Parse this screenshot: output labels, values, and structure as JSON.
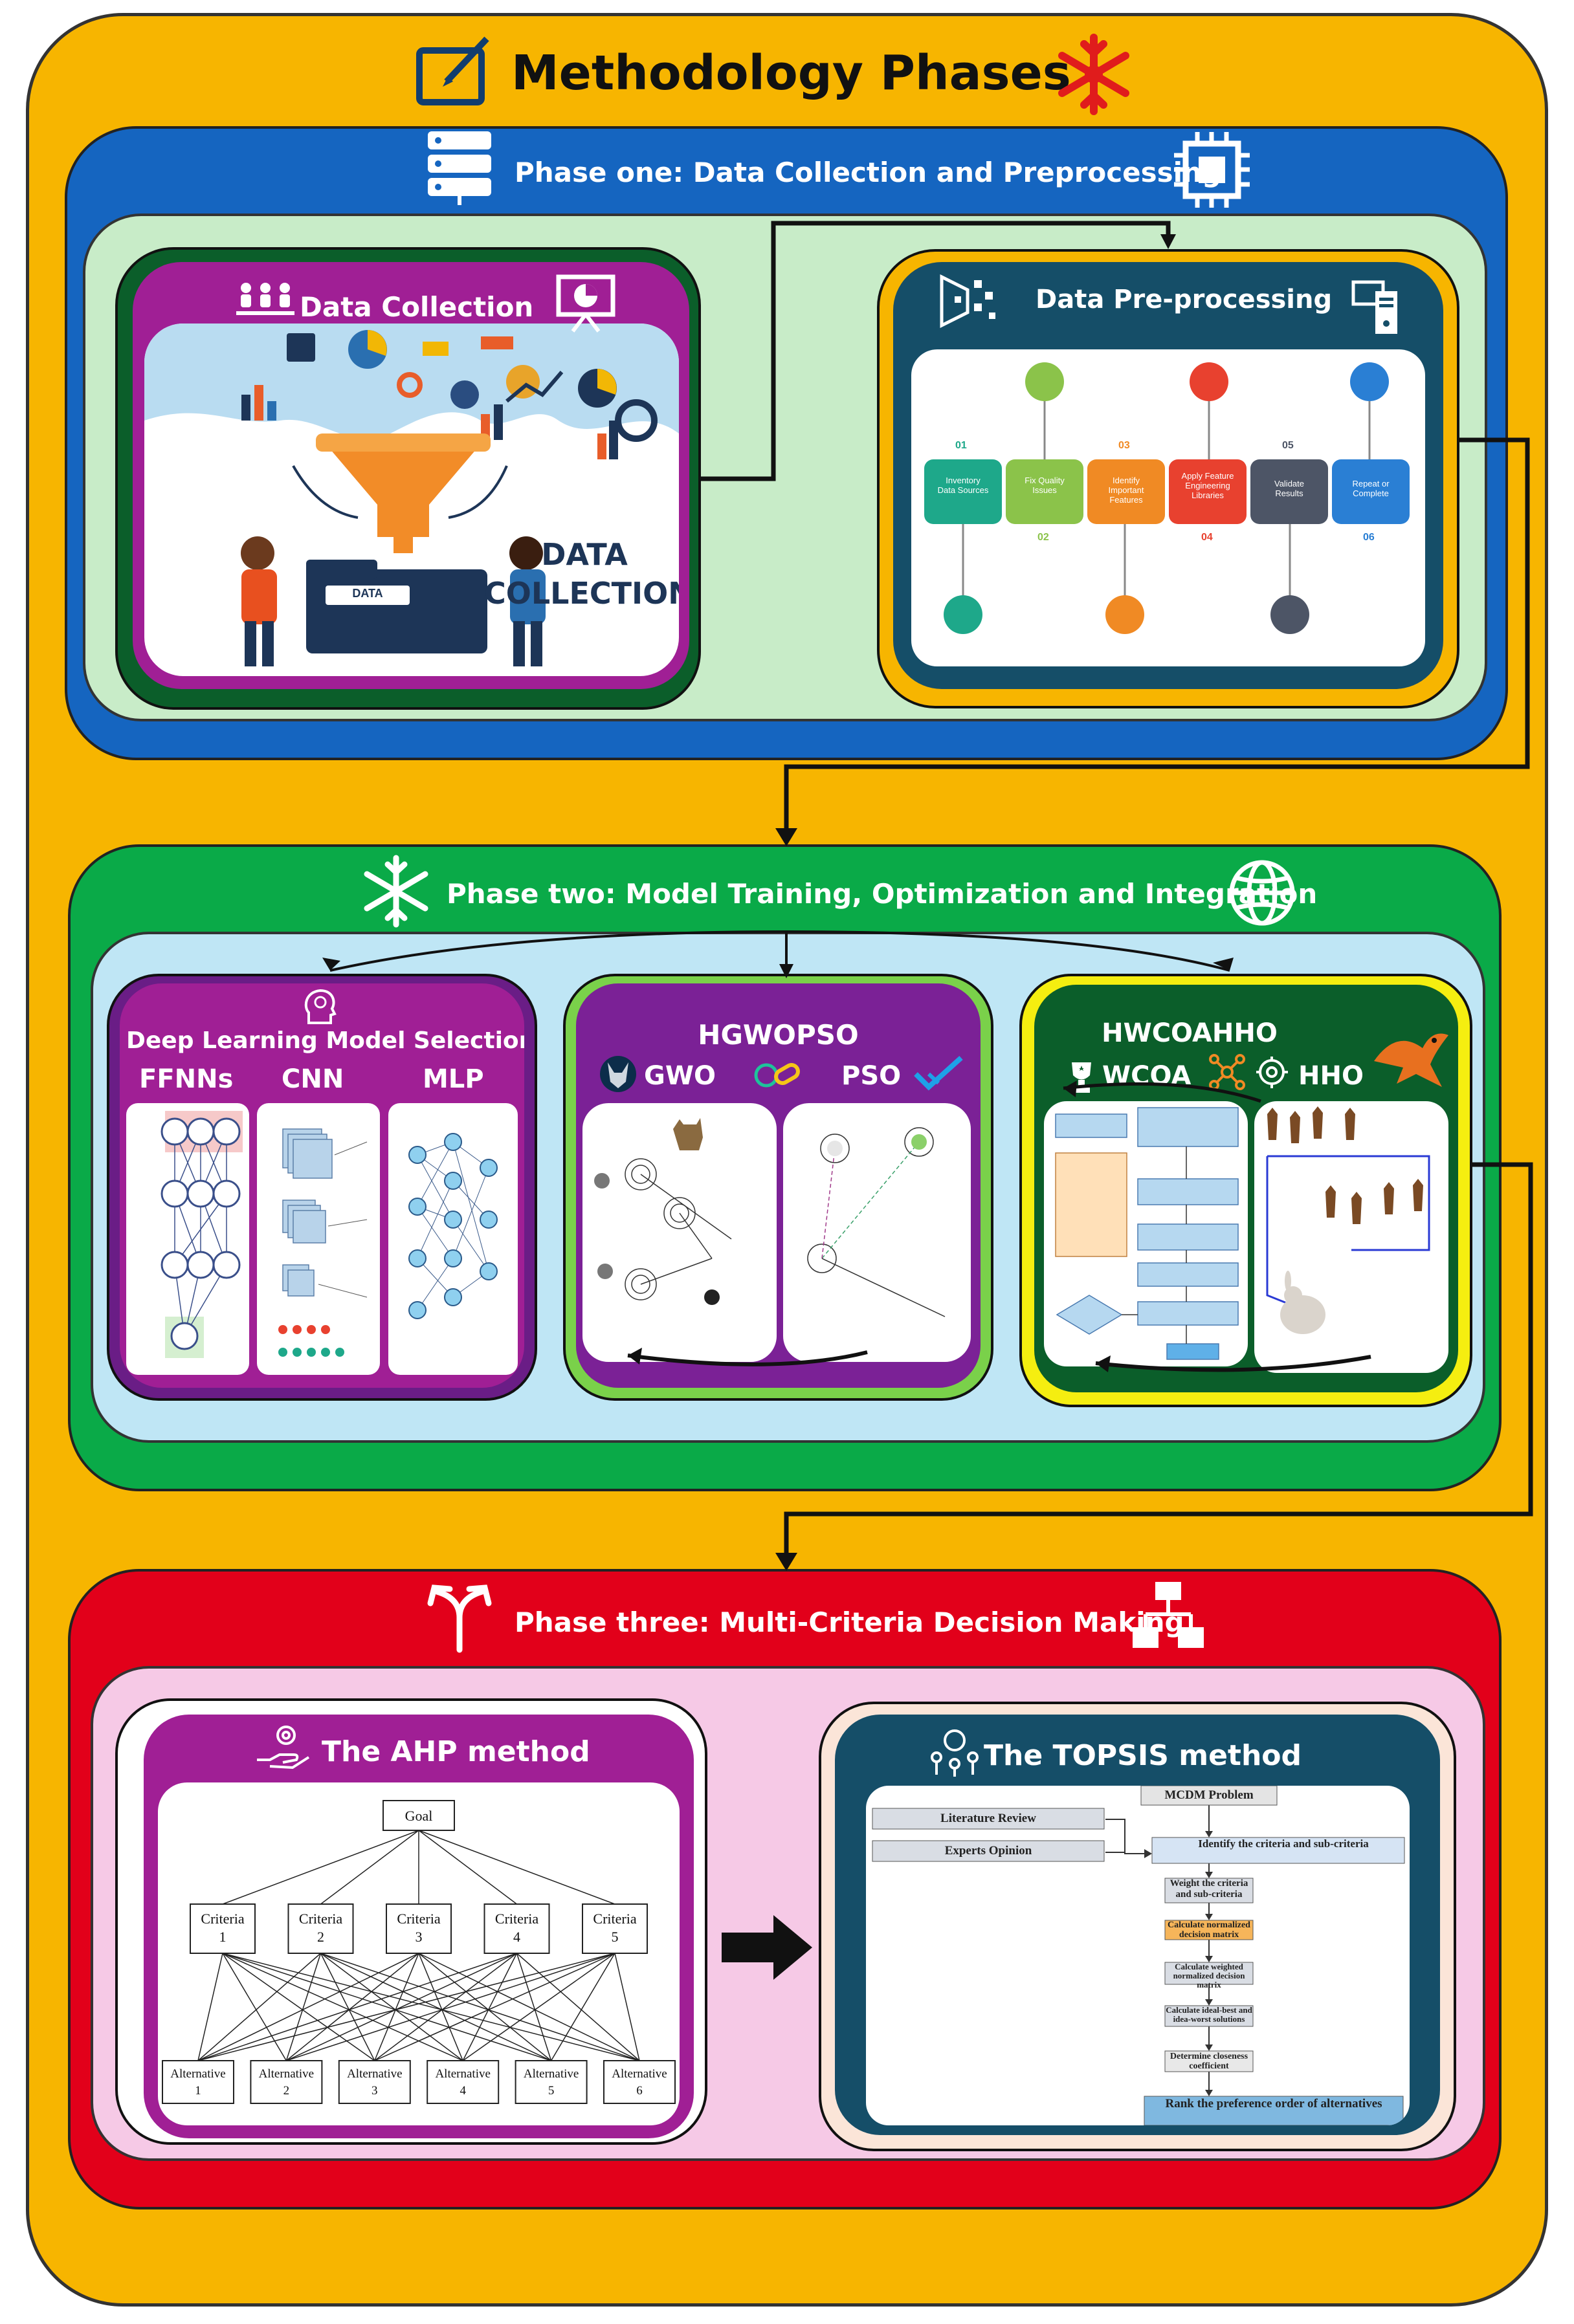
{
  "title": "Methodology Phases",
  "phase1": {
    "title": "Phase one: Data Collection and Preprocessing",
    "collection": {
      "title": "Data Collection",
      "banner_line1": "DATA",
      "banner_line2": "COLLECTION",
      "folder_label": "DATA"
    },
    "preprocessing": {
      "title": "Data Pre-processing",
      "steps": [
        {
          "num": "01",
          "label": "Inventory Data Sources"
        },
        {
          "num": "02",
          "label": "Fix Quality Issues"
        },
        {
          "num": "03",
          "label": "Identify Important Features"
        },
        {
          "num": "04",
          "label": "Apply Feature Engineering Libraries"
        },
        {
          "num": "05",
          "label": "Validate Results"
        },
        {
          "num": "06",
          "label": "Repeat or Complete"
        }
      ]
    }
  },
  "phase2": {
    "title": "Phase two: Model Training, Optimization and Integration",
    "dl": {
      "title": "Deep Learning Model Selection",
      "models": [
        "FFNNs",
        "CNN",
        "MLP"
      ]
    },
    "hgwopso": {
      "title": "HGWOPSO",
      "left": "GWO",
      "right": "PSO"
    },
    "hwcoahho": {
      "title": "HWCOAHHO",
      "left": "WCOA",
      "right": "HHO"
    }
  },
  "phase3": {
    "title": "Phase three: Multi-Criteria Decision Making",
    "ahp": {
      "title": "The AHP method",
      "goal": "Goal",
      "criteria": [
        {
          "l1": "Criteria",
          "l2": "1"
        },
        {
          "l1": "Criteria",
          "l2": "2"
        },
        {
          "l1": "Criteria",
          "l2": "3"
        },
        {
          "l1": "Criteria",
          "l2": "4"
        },
        {
          "l1": "Criteria",
          "l2": "5"
        }
      ],
      "alternatives": [
        {
          "l1": "Alternative",
          "l2": "1"
        },
        {
          "l1": "Alternative",
          "l2": "2"
        },
        {
          "l1": "Alternative",
          "l2": "3"
        },
        {
          "l1": "Alternative",
          "l2": "4"
        },
        {
          "l1": "Alternative",
          "l2": "5"
        },
        {
          "l1": "Alternative",
          "l2": "6"
        }
      ]
    },
    "topsis": {
      "title": "The TOPSIS method",
      "inputs": [
        "Literature Review",
        "Experts Opinion"
      ],
      "steps": [
        "MCDM Problem",
        "Identify the criteria and sub-criteria",
        "Weight the criteria and sub-criteria",
        "Calculate normalized decision matrix",
        "Calculate weighted normalized decision matrix",
        "Calculate ideal-best and idea-worst solutions",
        "Determine closeness coefficient",
        "Rank the preference order of alternatives"
      ]
    }
  },
  "colors": {
    "outer": "#f7b500",
    "phase1": "#1565c0",
    "phase1_inner": "#c8ecc8",
    "phase2": "#0aaa48",
    "phase2_inner": "#bfe6f5",
    "phase3": "#e2001a",
    "phase3_inner": "#f6c9e6",
    "purple": "#8a2399",
    "teal": "#154e68",
    "darkgreen": "#0b5e2a"
  }
}
